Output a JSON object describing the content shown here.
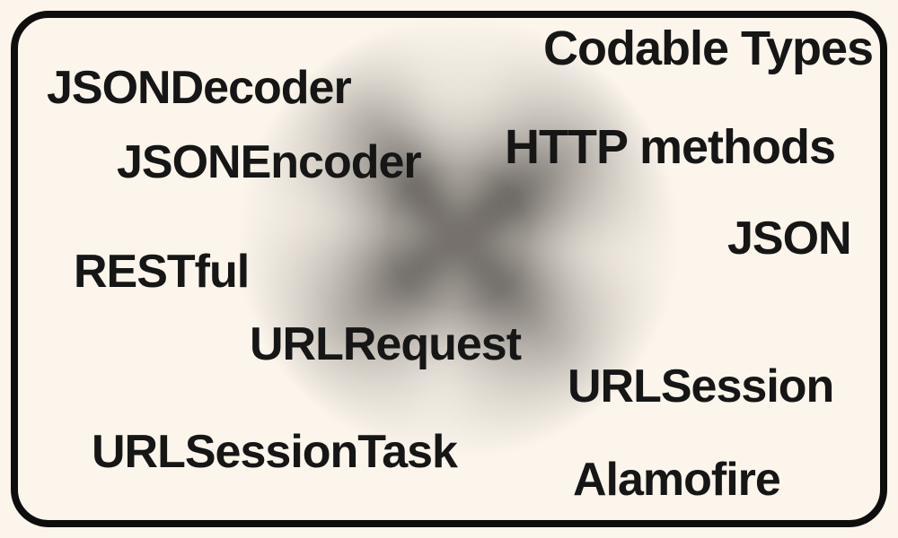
{
  "canvas": {
    "background_color": "#FBF5EC",
    "border_color": "#0E0E0E",
    "text_color": "#161616",
    "blur_shape": {
      "name": "blurred-x-smudge",
      "core_color": "#77736E"
    }
  },
  "words": [
    {
      "text": "JSONDecoder"
    },
    {
      "text": "Codable Types"
    },
    {
      "text": "JSONEncoder"
    },
    {
      "text": "HTTP methods"
    },
    {
      "text": "JSON"
    },
    {
      "text": "RESTful"
    },
    {
      "text": "URLRequest"
    },
    {
      "text": "URLSession"
    },
    {
      "text": "URLSessionTask"
    },
    {
      "text": "Alamofire"
    }
  ]
}
